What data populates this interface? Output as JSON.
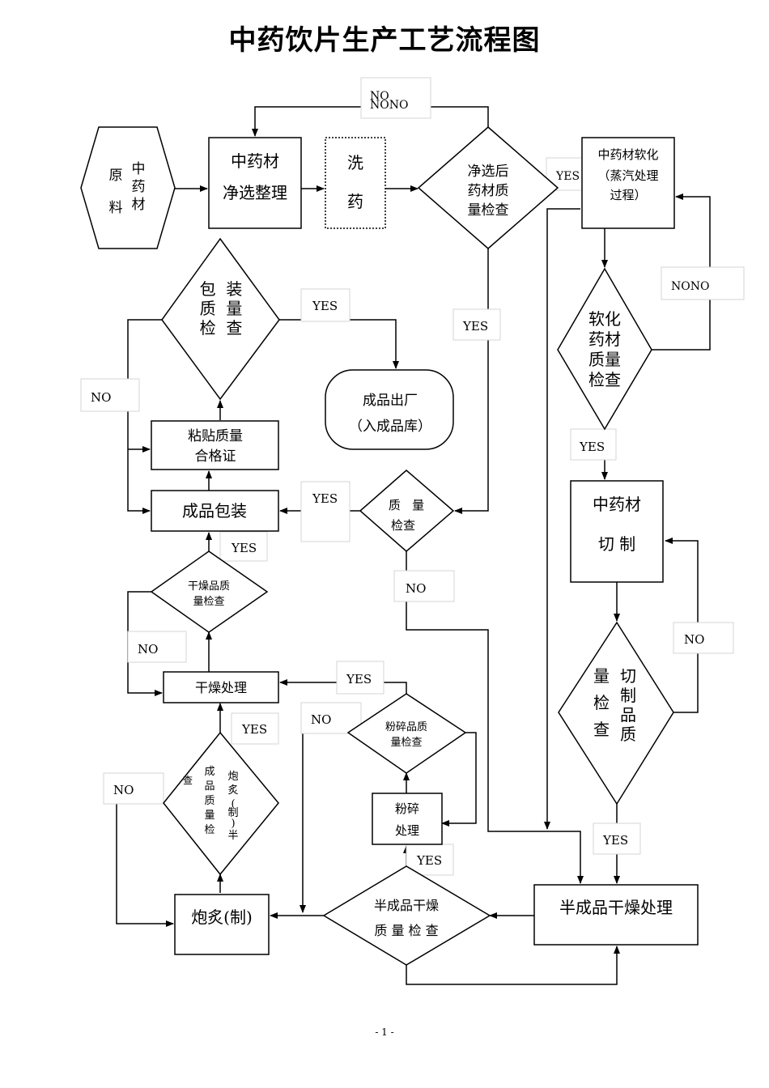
{
  "title": "中药饮片生产工艺流程图",
  "page_number": "- 1 -",
  "nodes": {
    "raw": {
      "col1": "原",
      "col1b": "料",
      "col2": [
        "中",
        "药",
        "材"
      ]
    },
    "sort": [
      "中药材",
      "净选整理"
    ],
    "wash": [
      "洗",
      "药"
    ],
    "check_sort": [
      "净选后",
      "药材质",
      "量检查"
    ],
    "soften": [
      "中药材软化",
      "（蒸汽处理",
      "过程）"
    ],
    "check_soften": [
      "软化",
      "药材",
      "质量",
      "检查"
    ],
    "cut": [
      "中药材",
      "切 制"
    ],
    "check_cut": {
      "left": [
        "量",
        "检",
        "查"
      ],
      "right": [
        "切",
        "制",
        "品",
        "质"
      ]
    },
    "semi_dry": "半成品干燥处理",
    "check_semi": [
      "半成品干燥",
      "质 量 检 查"
    ],
    "crush": [
      "粉碎",
      "处理"
    ],
    "check_crush": [
      "粉碎品质",
      "量检查"
    ],
    "roast": "炮炙(制)",
    "check_roast": {
      "c1": "查",
      "c2": [
        "成",
        "品",
        "质",
        "量",
        "检"
      ],
      "c3": [
        "炮",
        "炙",
        "(",
        "制",
        ")",
        "半"
      ]
    },
    "dry": "干燥处理",
    "check_dry": [
      "干燥品质",
      "量检查"
    ],
    "pack": "成品包装",
    "label": [
      "粘贴质量",
      "合格证"
    ],
    "check_pack": [
      "包  装",
      "质  量",
      "检  查"
    ],
    "check_quality": [
      "质   量",
      "检查"
    ],
    "finished": [
      "成品出厂",
      "（入成品库）"
    ]
  },
  "labels": {
    "yes": "YES",
    "no": "NO",
    "no_top_1": "NO",
    "no_top_2": "NONO",
    "no_soften": "NONO"
  }
}
